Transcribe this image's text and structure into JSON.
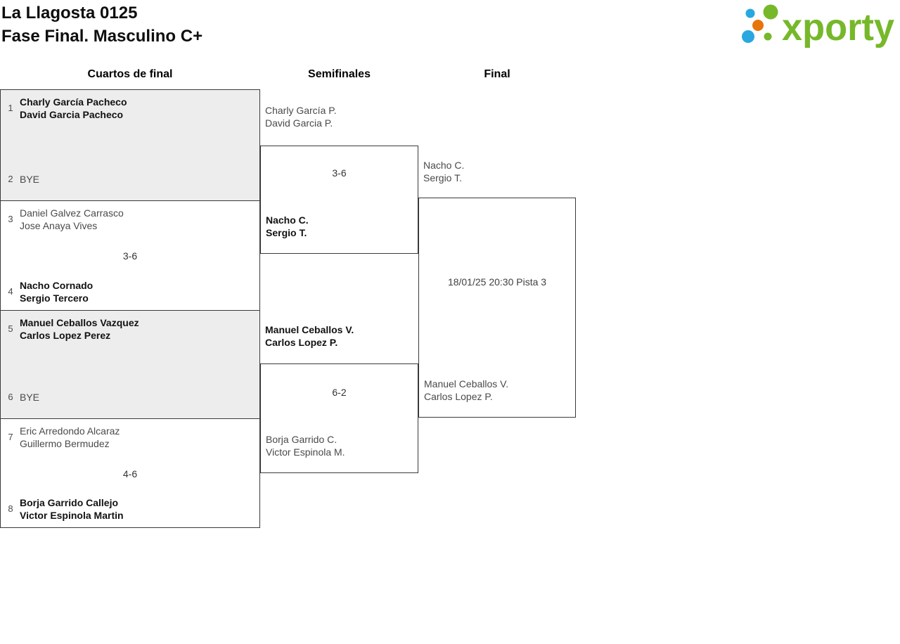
{
  "header": {
    "title_line1": "La Llagosta 0125",
    "title_line2": "Fase Final. Masculino C+",
    "logo_text": "xporty"
  },
  "colors": {
    "logo_green": "#76b82a",
    "logo_blue": "#29a8e0",
    "logo_orange": "#e8740c",
    "box_gray": "#ededed",
    "border": "#3a3a3a"
  },
  "rounds": [
    {
      "label": "Cuartos de final"
    },
    {
      "label": "Semifinales"
    },
    {
      "label": "Final"
    }
  ],
  "quarterfinals": [
    {
      "score": "",
      "team1": {
        "seed": "1",
        "players": [
          "Charly García Pacheco",
          "David Garcia Pacheco"
        ],
        "winner": true
      },
      "team2": {
        "seed": "2",
        "players": [
          "BYE"
        ],
        "winner": false
      }
    },
    {
      "score": "3-6",
      "team1": {
        "seed": "3",
        "players": [
          "Daniel Galvez Carrasco",
          "Jose Anaya Vives"
        ],
        "winner": false
      },
      "team2": {
        "seed": "4",
        "players": [
          "Nacho Cornado",
          "Sergio Tercero"
        ],
        "winner": true
      }
    },
    {
      "score": "",
      "team1": {
        "seed": "5",
        "players": [
          "Manuel Ceballos Vazquez",
          "Carlos Lopez Perez"
        ],
        "winner": true
      },
      "team2": {
        "seed": "6",
        "players": [
          "BYE"
        ],
        "winner": false
      }
    },
    {
      "score": "4-6",
      "team1": {
        "seed": "7",
        "players": [
          "Eric Arredondo Alcaraz",
          "Guillermo Bermudez"
        ],
        "winner": false
      },
      "team2": {
        "seed": "8",
        "players": [
          "Borja Garrido Callejo",
          "Victor Espinola Martin"
        ],
        "winner": true
      }
    }
  ],
  "semifinals": [
    {
      "score": "3-6",
      "team1": {
        "players": [
          "Charly García P.",
          "David Garcia P."
        ],
        "winner": false
      },
      "team2": {
        "players": [
          "Nacho C.",
          "Sergio T."
        ],
        "winner": true
      }
    },
    {
      "score": "6-2",
      "team1": {
        "players": [
          "Manuel Ceballos V.",
          "Carlos Lopez P."
        ],
        "winner": true
      },
      "team2": {
        "players": [
          "Borja Garrido C.",
          "Victor Espinola M."
        ],
        "winner": false
      }
    }
  ],
  "final": {
    "schedule": "18/01/25 20:30 Pista 3",
    "team1": {
      "players": [
        "Nacho C.",
        "Sergio T."
      ]
    },
    "team2": {
      "players": [
        "Manuel Ceballos V.",
        "Carlos Lopez P."
      ]
    }
  }
}
